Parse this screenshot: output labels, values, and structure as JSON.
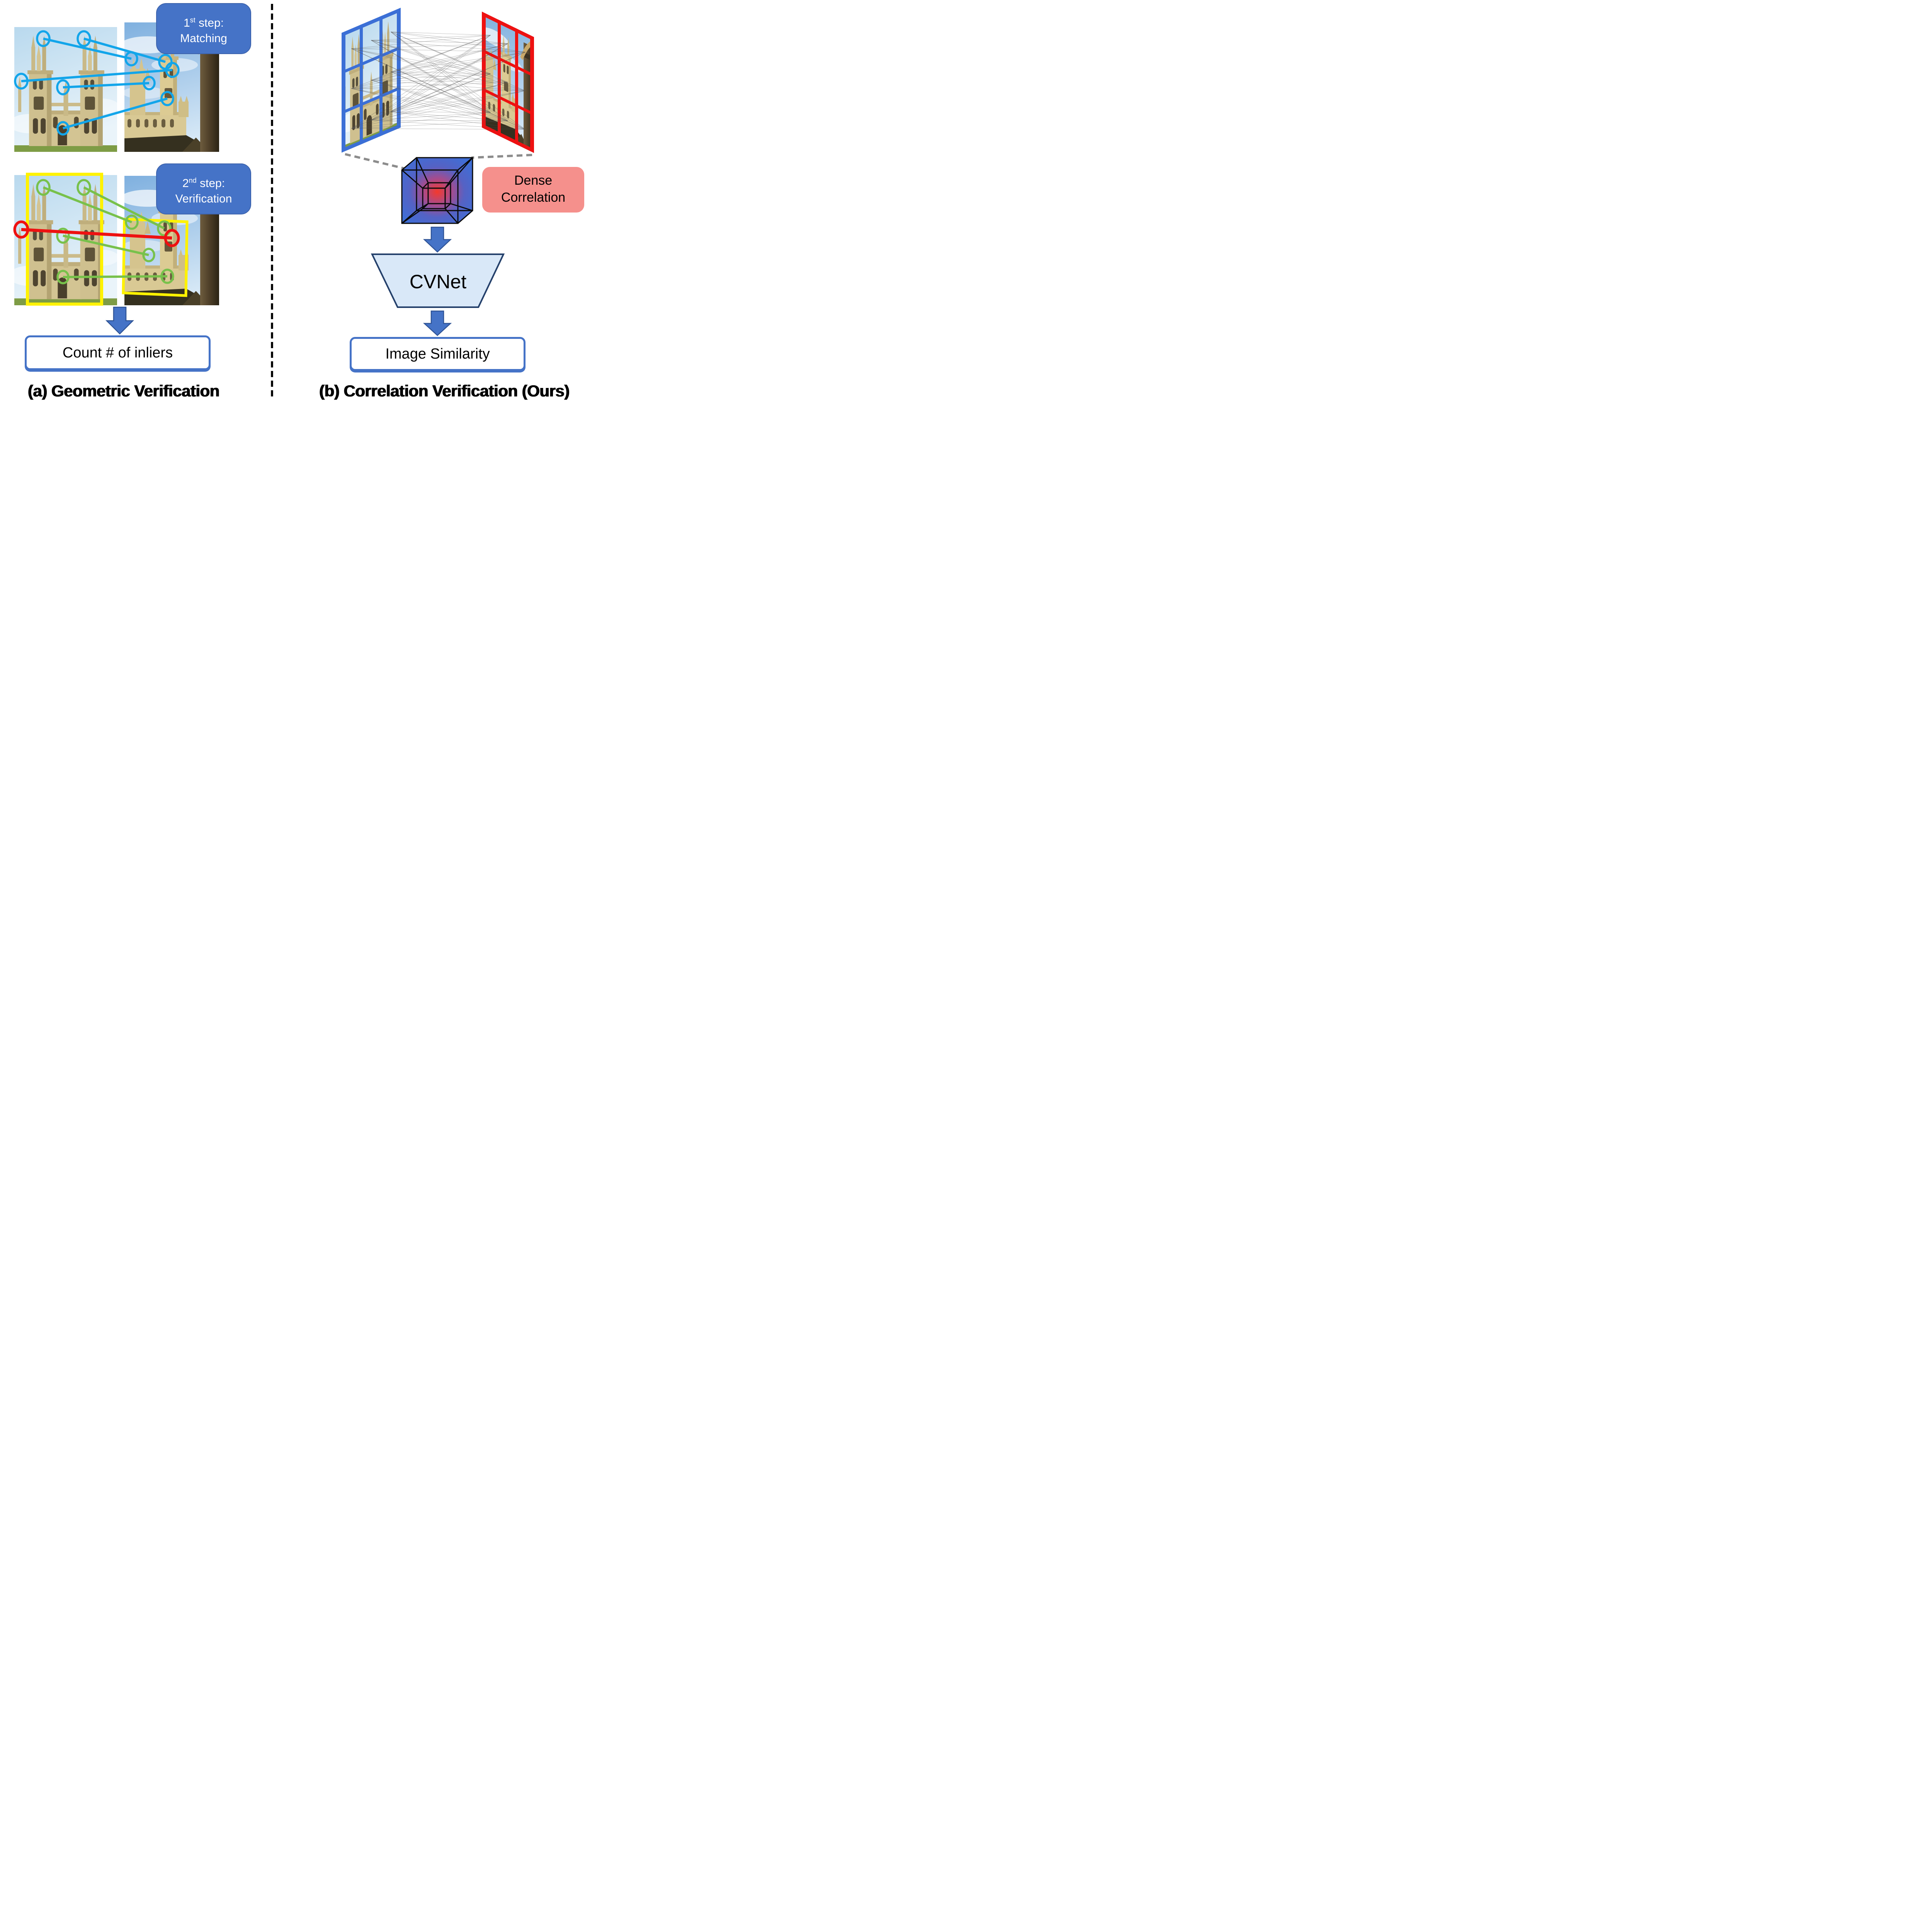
{
  "panel_a": {
    "step1": {
      "num": "1",
      "sup": "st",
      "rest": " step:",
      "line2": "Matching"
    },
    "step2": {
      "num": "2",
      "sup": "nd",
      "rest": " step:",
      "line2": "Verification"
    },
    "result": "Count # of inliers",
    "caption": "(a) Geometric Verification"
  },
  "panel_b": {
    "dense": {
      "line1": "Dense",
      "line2": "Correlation"
    },
    "network": "CVNet",
    "result": "Image Similarity",
    "caption": "(b) Correlation Verification (Ours)"
  },
  "colors": {
    "step_box_blue": "#4573C7",
    "result_border_blue": "#4573C7",
    "match_cyan": "#12A5EA",
    "inlier_green": "#78C14B",
    "outlier_red": "#EE1111",
    "bbox_yellow": "#FFF200",
    "grid_frame_blue": "#3B6FD6",
    "grid_frame_red": "#EE1111",
    "dense_box_pink": "#F5908C",
    "cvnet_fill": "#D9E8F8",
    "cvnet_border": "#24406B",
    "arrow_blue": "#4573C7",
    "correlation_line_gray": "#555555"
  }
}
